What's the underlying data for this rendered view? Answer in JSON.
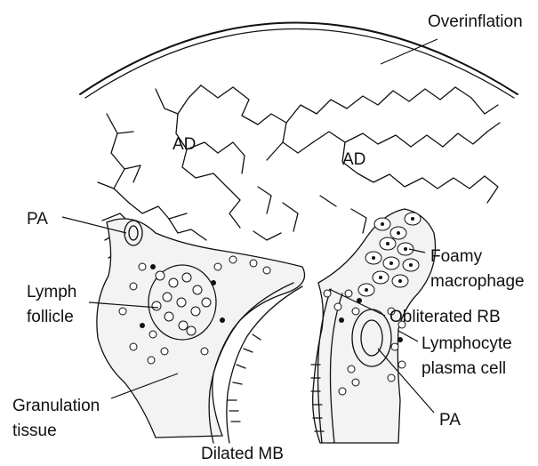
{
  "labels": {
    "overinflation": "Overinflation",
    "ad_left": "AD",
    "ad_right": "AD",
    "pa_left": "PA",
    "foamy_macrophage_line1": "Foamy",
    "foamy_macrophage_line2": "macrophage",
    "lymph_follicle_line1": "Lymph",
    "lymph_follicle_line2": "follicle",
    "obliterated_rb": "Obliterated RB",
    "lymphocyte_line1": "Lymphocyte",
    "lymphocyte_line2": "plasma cell",
    "granulation_line1": "Granulation",
    "granulation_line2": "tissue",
    "pa_right": "PA",
    "dilated_mb": "Dilated MB"
  }
}
